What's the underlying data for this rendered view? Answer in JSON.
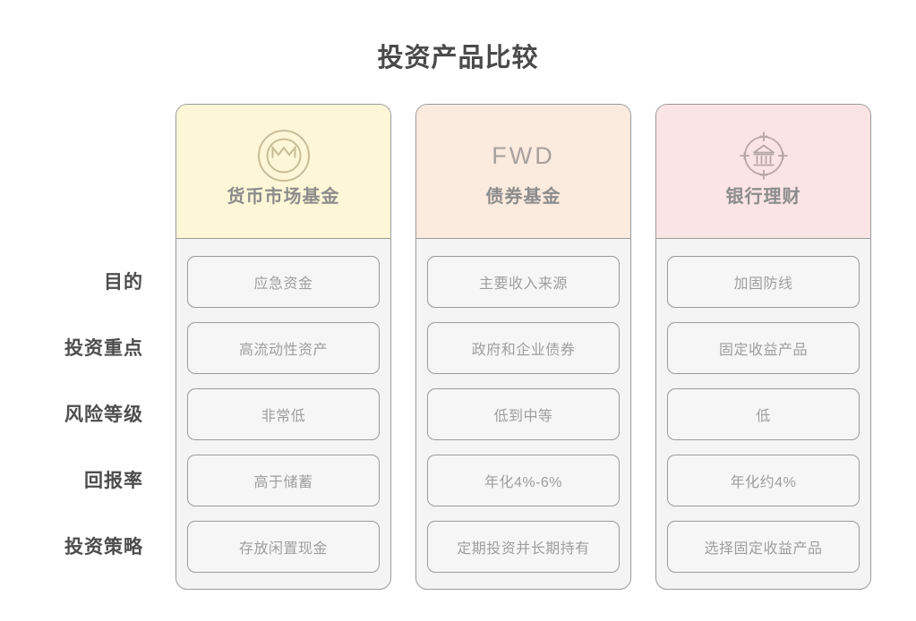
{
  "page": {
    "title": "投资产品比较"
  },
  "colors": {
    "card1_header_bg": "#fdf6d7",
    "card2_header_bg": "#fbeade",
    "card3_header_bg": "#fbe4e5",
    "card_body_bg": "#f4f4f4",
    "cell_bg": "#f6f6f6",
    "border": "#9a9a9a",
    "title_text": "#4a4a4a",
    "row_label_text": "#4d4d4d",
    "card_title_text": "#8c8c8c",
    "cell_text": "#9e9e9e",
    "icon_stroke_card1": "#c8bd98",
    "icon_stroke_card3": "#b7a6a6"
  },
  "row_labels": [
    {
      "label": "目的"
    },
    {
      "label": "投资重点"
    },
    {
      "label": "风险等级"
    },
    {
      "label": "回报率"
    },
    {
      "label": "投资策略"
    }
  ],
  "columns": [
    {
      "id": "money-market-fund",
      "title": "货币市场基金",
      "icon": "coin-m-icon",
      "wordmark": "",
      "header_bg": "#fdf6d7",
      "cells": [
        "应急资金",
        "高流动性资产",
        "非常低",
        "高于储蓄",
        "存放闲置现金"
      ]
    },
    {
      "id": "bond-fund",
      "title": "债券基金",
      "icon": "fwd-wordmark",
      "wordmark": "FWD",
      "header_bg": "#fbeade",
      "cells": [
        "主要收入来源",
        "政府和企业债券",
        "低到中等",
        "年化4%-6%",
        "定期投资并长期持有"
      ]
    },
    {
      "id": "bank-wealth-management",
      "title": "银行理财",
      "icon": "bank-target-icon",
      "wordmark": "",
      "header_bg": "#fbe4e5",
      "cells": [
        "加固防线",
        "固定收益产品",
        "低",
        "年化约4%",
        "选择固定收益产品"
      ]
    }
  ]
}
